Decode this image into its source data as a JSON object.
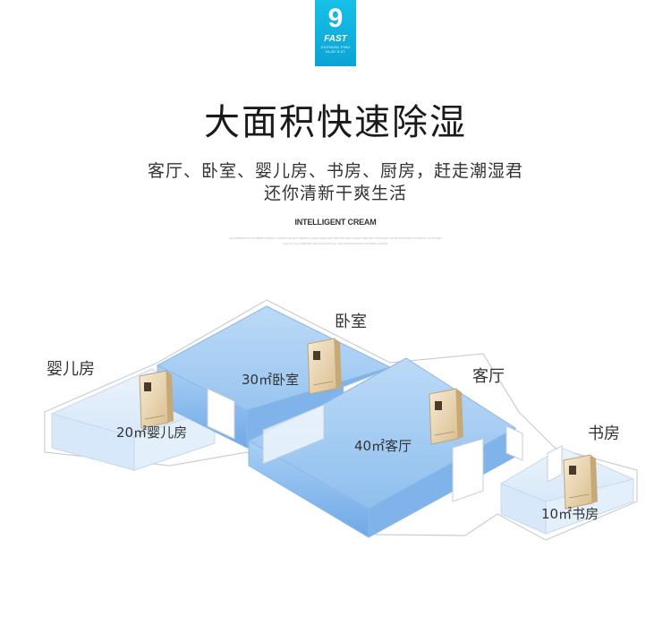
{
  "badge": {
    "number": "9",
    "word": "FAST",
    "small_line_1": "XXXTAJKL FVAJ",
    "small_line_2": "KLJD' 6.27"
  },
  "headline": "大面积快速除湿",
  "subtitle_line_1": "客厅、卧室、婴儿房、书房、厨房，赶走潮湿君",
  "subtitle_line_2": "还你清新干爽生活",
  "english_title": "INTELLIGENT CREAM",
  "english_body": "DEHUMIDIFICATION SMART ENERGY SAVING SILENT DESIGN LARGE AREA FAST DRYING WELCOME PURE AIR FOR EVERY HOME AND EVERY ROOM IN YOUR NEW LIFE STYLE COMFORT WE PLEASANT ALL THE SURROUNDING IN HUMID AIR DRY",
  "rooms": {
    "bedroom": {
      "label": "卧室",
      "area": "30㎡卧室"
    },
    "nursery": {
      "label": "婴儿房",
      "area": "20㎡婴儿房"
    },
    "living": {
      "label": "客厅",
      "area": "40㎡客厅"
    },
    "study": {
      "label": "书房",
      "area": "10㎡书房"
    }
  },
  "colors": {
    "accent": "#0aa4d4",
    "room_fill": "#9ec9f3",
    "wall": "#e6e9ee"
  }
}
